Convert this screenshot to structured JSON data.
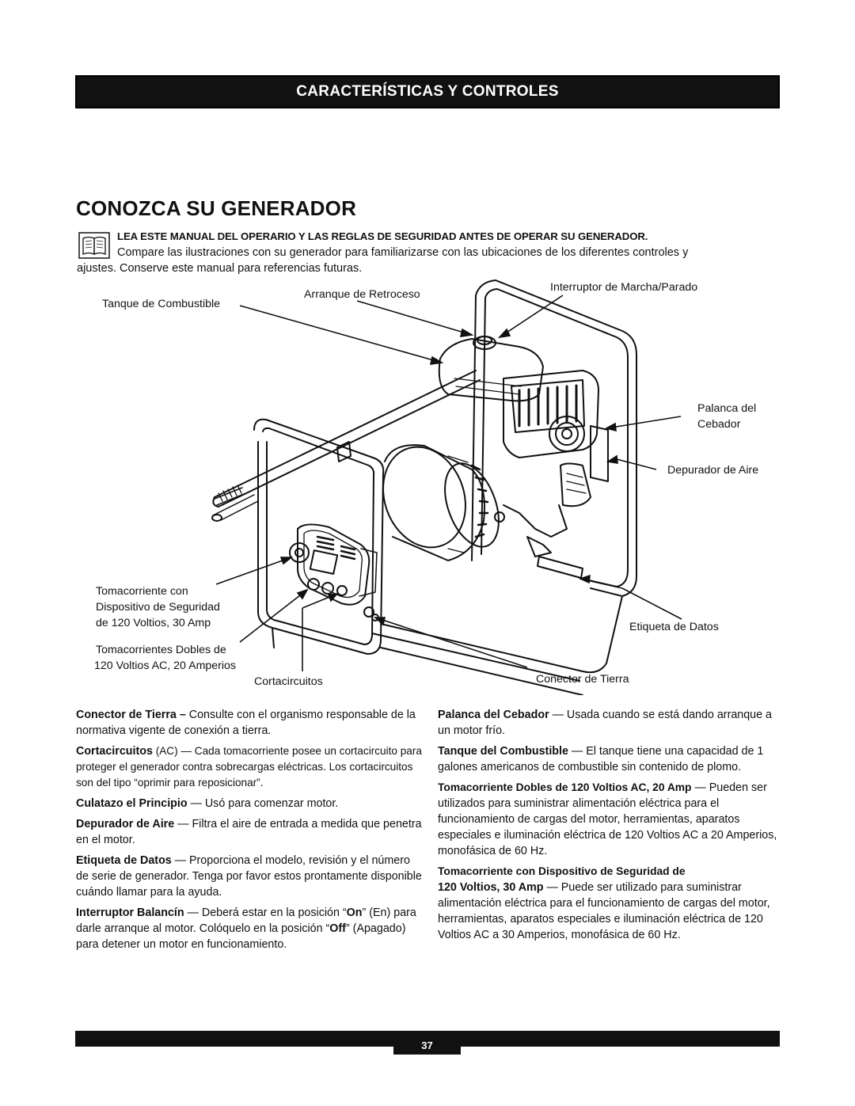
{
  "header": {
    "title": "CARACTERÍSTICAS Y CONTROLES"
  },
  "section": {
    "title": "CONOZCA SU GENERADOR",
    "intro_bold": "LEA ESTE MANUAL DEL OPERARIO Y LAS REGLAS DE SEGURIDAD ANTES DE OPERAR SU GENERADOR.",
    "intro_line1": "Compare las ilustraciones con su generador para familiarizarse con las ubicaciones de los diferentes controles y",
    "intro_line2": "ajustes. Conserve este manual para referencias futuras.",
    "icon": "book-icon"
  },
  "diagram": {
    "labels": {
      "fuel_tank": "Tanque de Combustible",
      "recoil": "Arranque de Retroceso",
      "on_off": "Interruptor de Marcha/Parado",
      "choke_1": "Palanca del",
      "choke_2": "Cebador",
      "air_cleaner": "Depurador de Aire",
      "gfci_1": "Tomacorriente con",
      "gfci_2": "Dispositivo de Seguridad",
      "gfci_3": "de 120 Voltios, 30 Amp",
      "duplex_1": "Tomacorrientes Dobles de",
      "duplex_2": "120 Voltios AC, 20 Amperios",
      "breakers": "Cortacircuitos",
      "data_label": "Etiqueta de Datos",
      "ground": "Conector de Tierra"
    }
  },
  "descriptions": {
    "ground": {
      "term": "Conector de Tierra –",
      "text": " Consulte con el organismo responsable de la normativa vigente de conexión a tierra."
    },
    "breakers": {
      "term": "Cortacircuitos",
      "text": " (AC) — Cada tomacorriente posee un cortacircuito para proteger el generador contra sobrecargas eléctricas. Los cortacircuitos son del tipo “oprimir para reposicionar”."
    },
    "recoil": {
      "term": "Culatazo el Principio",
      "text": " — Usó para comenzar motor."
    },
    "air_cleaner": {
      "term": "Depurador de Aire",
      "text": " — Filtra el aire de entrada a medida que penetra en el motor."
    },
    "data_label": {
      "term": "Etiqueta de Datos",
      "text": " — Proporciona el modelo, revisión y el número de serie de generador. Tenga por favor estos prontamente disponible cuándo llamar para la ayuda."
    },
    "rocker": {
      "term": "Interruptor Balancín",
      "text_a": " — Deberá estar en la posición “",
      "on": "On",
      "text_b": "” (En) para darle arranque al motor. Colóquelo en la posición “",
      "off": "Off",
      "text_c": "” (Apagado) para detener un motor en funcionamiento."
    },
    "choke": {
      "term": "Palanca del Cebador",
      "text": " — Usada cuando se está dando arranque a un motor frío."
    },
    "fuel_tank": {
      "term": "Tanque del Combustible",
      "text": " — El tanque tiene una capacidad de 1 galones americanos de combustible sin contenido de plomo."
    },
    "duplex": {
      "term": "Tomacorriente Dobles de 120 Voltios AC, 20 Amp",
      "text": " — Pueden ser utilizados para suministrar alimentación eléctrica para el funcionamiento de cargas del motor, herramientas, aparatos especiales e iluminación eléctrica de 120 Voltios AC a 20 Amperios, monofásica de 60 Hz."
    },
    "gfci": {
      "term_1": "Tomacorriente con Dispositivo de Seguridad de",
      "term_2": "120 Voltios, 30 Amp",
      "text": " — Puede ser utilizado para suministrar alimentación eléctrica para el funcionamiento de cargas del motor, herramientas, aparatos especiales e iluminación eléctrica de 120 Voltios AC a 30 Amperios, monofásica de 60 Hz."
    }
  },
  "footer": {
    "page_number": "37"
  }
}
